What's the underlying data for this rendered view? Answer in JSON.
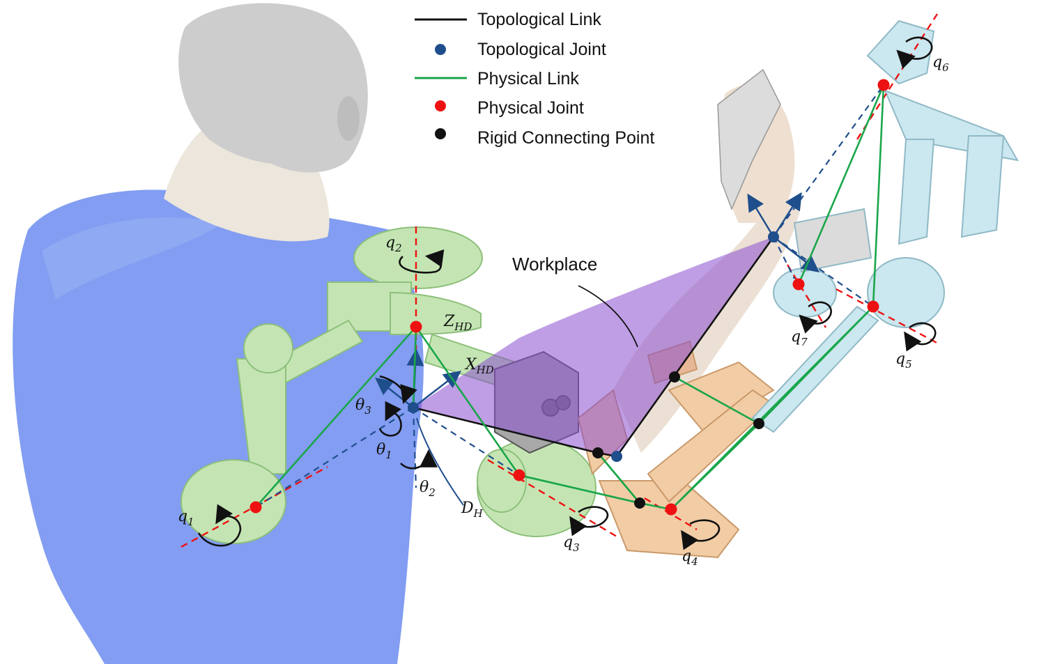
{
  "legend": {
    "items": [
      {
        "label": "Topological Link",
        "kind": "line",
        "color": "#111111"
      },
      {
        "label": "Topological Joint",
        "kind": "dot",
        "color": "#1f4e8c"
      },
      {
        "label": "Physical Link",
        "kind": "line",
        "color": "#1aa64a"
      },
      {
        "label": "Physical Joint",
        "kind": "dot",
        "color": "#ee1111"
      },
      {
        "label": "Rigid Connecting Point",
        "kind": "dot",
        "color": "#111111"
      }
    ]
  },
  "workplace_label": "Workplace",
  "frame_labels": {
    "z": {
      "base": "Z",
      "sub": "HD"
    },
    "x": {
      "base": "X",
      "sub": "HD"
    },
    "d": {
      "base": "D",
      "sub": "H"
    }
  },
  "angle_labels": [
    {
      "base": "θ",
      "sub": "3"
    },
    {
      "base": "θ",
      "sub": "1"
    },
    {
      "base": "θ",
      "sub": "2"
    }
  ],
  "joint_labels": [
    {
      "base": "q",
      "sub": "1"
    },
    {
      "base": "q",
      "sub": "2"
    },
    {
      "base": "q",
      "sub": "3"
    },
    {
      "base": "q",
      "sub": "4"
    },
    {
      "base": "q",
      "sub": "5"
    },
    {
      "base": "q",
      "sub": "6"
    },
    {
      "base": "q",
      "sub": "7"
    }
  ],
  "colors": {
    "body_blue": "#6f8ff0",
    "skin": "#e9e2d6",
    "head_gray": "#c9c9c9",
    "green_device": "#bfe3b0",
    "orange_device": "#f0c9a0",
    "cyan_device": "#c9e6ee",
    "workplace": "#8a4fd0",
    "topo_link": "#111111",
    "topo_joint": "#1f4e8c",
    "phys_link": "#1aa64a",
    "phys_joint": "#ee1111",
    "rigid_point": "#111111"
  }
}
